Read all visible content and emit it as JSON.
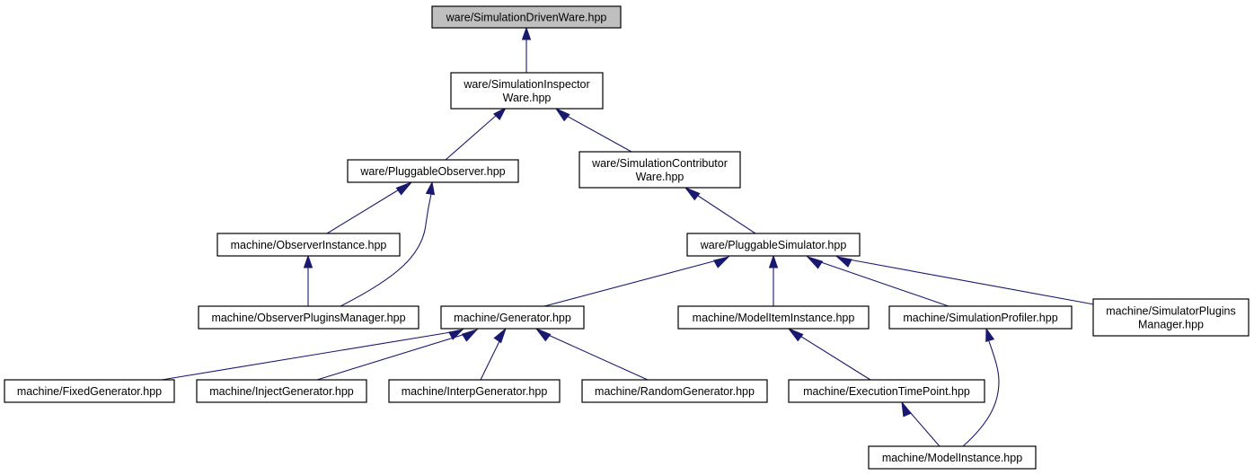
{
  "colors": {
    "edge": "#191970",
    "node_border": "#000000",
    "highlight_fill": "#bfbfbf",
    "node_fill": "#ffffff",
    "background": "#ffffff"
  },
  "nodes": [
    {
      "id": "n0",
      "lines": [
        "ware/SimulationDrivenWare.hpp"
      ],
      "highlighted": true
    },
    {
      "id": "n1",
      "lines": [
        "ware/SimulationInspector",
        "Ware.hpp"
      ]
    },
    {
      "id": "n2",
      "lines": [
        "ware/PluggableObserver.hpp"
      ]
    },
    {
      "id": "n3",
      "lines": [
        "ware/SimulationContributor",
        "Ware.hpp"
      ]
    },
    {
      "id": "n4",
      "lines": [
        "machine/ObserverInstance.hpp"
      ]
    },
    {
      "id": "n5",
      "lines": [
        "ware/PluggableSimulator.hpp"
      ]
    },
    {
      "id": "n6",
      "lines": [
        "machine/ObserverPluginsManager.hpp"
      ]
    },
    {
      "id": "n7",
      "lines": [
        "machine/Generator.hpp"
      ]
    },
    {
      "id": "n8",
      "lines": [
        "machine/ModelItemInstance.hpp"
      ]
    },
    {
      "id": "n9",
      "lines": [
        "machine/SimulationProfiler.hpp"
      ]
    },
    {
      "id": "n10",
      "lines": [
        "machine/SimulatorPlugins",
        "Manager.hpp"
      ]
    },
    {
      "id": "n11",
      "lines": [
        "machine/FixedGenerator.hpp"
      ]
    },
    {
      "id": "n12",
      "lines": [
        "machine/InjectGenerator.hpp"
      ]
    },
    {
      "id": "n13",
      "lines": [
        "machine/InterpGenerator.hpp"
      ]
    },
    {
      "id": "n14",
      "lines": [
        "machine/RandomGenerator.hpp"
      ]
    },
    {
      "id": "n15",
      "lines": [
        "machine/ExecutionTimePoint.hpp"
      ]
    },
    {
      "id": "n16",
      "lines": [
        "machine/ModelInstance.hpp"
      ]
    }
  ],
  "edges": [
    {
      "from": "n1",
      "to": "n0"
    },
    {
      "from": "n2",
      "to": "n1"
    },
    {
      "from": "n3",
      "to": "n1"
    },
    {
      "from": "n4",
      "to": "n2"
    },
    {
      "from": "n6",
      "to": "n2"
    },
    {
      "from": "n5",
      "to": "n3"
    },
    {
      "from": "n6",
      "to": "n4"
    },
    {
      "from": "n7",
      "to": "n5"
    },
    {
      "from": "n8",
      "to": "n5"
    },
    {
      "from": "n9",
      "to": "n5"
    },
    {
      "from": "n10",
      "to": "n5"
    },
    {
      "from": "n11",
      "to": "n7"
    },
    {
      "from": "n12",
      "to": "n7"
    },
    {
      "from": "n13",
      "to": "n7"
    },
    {
      "from": "n14",
      "to": "n7"
    },
    {
      "from": "n15",
      "to": "n8"
    },
    {
      "from": "n16",
      "to": "n9"
    },
    {
      "from": "n16",
      "to": "n15"
    }
  ]
}
